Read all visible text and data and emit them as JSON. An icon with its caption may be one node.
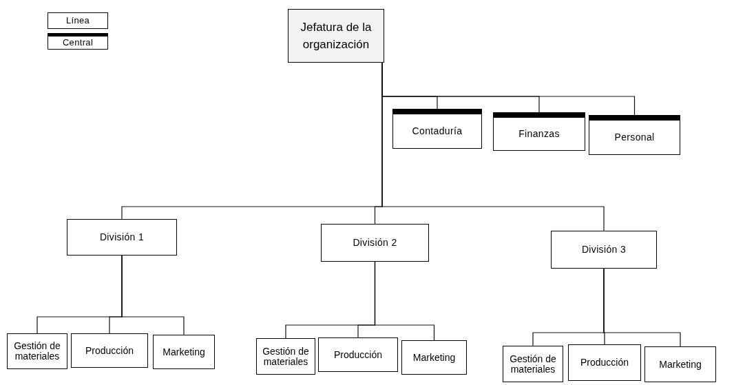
{
  "diagram": {
    "nodes": [
      {
        "text": [
          "Jefatura de la organización"
        ]
      },
      {
        "text": [
          "Contaduría"
        ]
      },
      {
        "text": [
          "Finanzas"
        ]
      },
      {
        "text": [
          "Personal"
        ]
      },
      {
        "text": [
          "División 1"
        ]
      },
      {
        "text": [
          "División 2"
        ]
      },
      {
        "text": [
          "División 3"
        ]
      },
      {
        "text": [
          "Gestión de materiales"
        ]
      },
      {
        "text": [
          "Producción"
        ]
      },
      {
        "text": [
          "Marketing"
        ]
      },
      {
        "text": [
          "Gestión de materiales"
        ]
      },
      {
        "text": [
          "Producción"
        ]
      },
      {
        "text": [
          "Marketing"
        ]
      },
      {
        "text": [
          "Gestión de materiales"
        ]
      },
      {
        "text": [
          "Producción"
        ]
      },
      {
        "text": [
          "Marketing"
        ]
      }
    ],
    "edges": [
      {
        "from": 0,
        "to": 1,
        "arrow": "none"
      },
      {
        "from": 0,
        "to": 2,
        "arrow": "none"
      },
      {
        "from": 0,
        "to": 3,
        "arrow": "none"
      },
      {
        "from": 0,
        "to": 4,
        "arrow": "none"
      },
      {
        "from": 0,
        "to": 5,
        "arrow": "none"
      },
      {
        "from": 0,
        "to": 6,
        "arrow": "none"
      },
      {
        "from": 4,
        "to": 7,
        "arrow": "none"
      },
      {
        "from": 4,
        "to": 8,
        "arrow": "none"
      },
      {
        "from": 4,
        "to": 9,
        "arrow": "none"
      },
      {
        "from": 5,
        "to": 10,
        "arrow": "none"
      },
      {
        "from": 5,
        "to": 11,
        "arrow": "none"
      },
      {
        "from": 5,
        "to": 12,
        "arrow": "none"
      },
      {
        "from": 6,
        "to": 13,
        "arrow": "none"
      },
      {
        "from": 6,
        "to": 14,
        "arrow": "none"
      },
      {
        "from": 6,
        "to": 15,
        "arrow": "none"
      }
    ],
    "legend": [
      {
        "text": "Línea"
      },
      {
        "text": "Central"
      }
    ]
  }
}
